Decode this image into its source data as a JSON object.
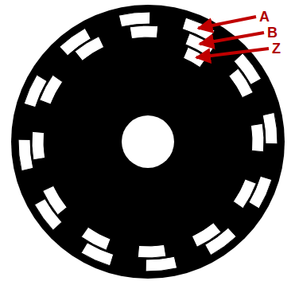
{
  "diagram": {
    "labels": [
      "A",
      "B",
      "Z"
    ]
  }
}
